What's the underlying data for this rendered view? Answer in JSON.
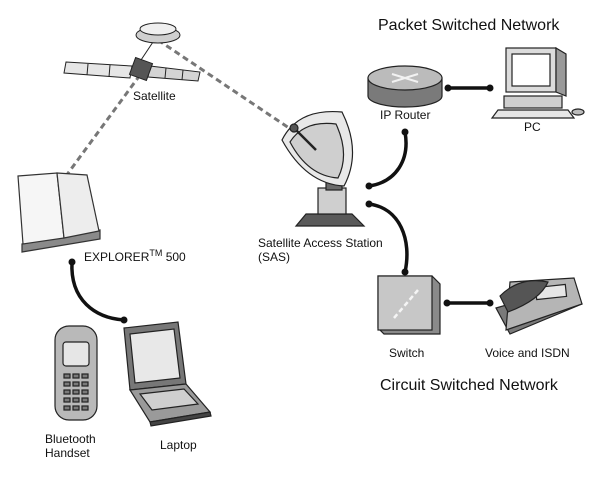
{
  "headings": {
    "packet": "Packet Switched Network",
    "circuit": "Circuit Switched Network"
  },
  "nodes": {
    "satellite": "Satellite",
    "explorer": "EXPLORER",
    "explorer_mark": "TM",
    "explorer_model": "500",
    "sas": "Satellite Access Station (SAS)",
    "ip_router": "IP Router",
    "pc": "PC",
    "switch": "Switch",
    "voice": "Voice and ISDN",
    "bluetooth_handset": "Bluetooth Handset",
    "laptop": "Laptop"
  }
}
